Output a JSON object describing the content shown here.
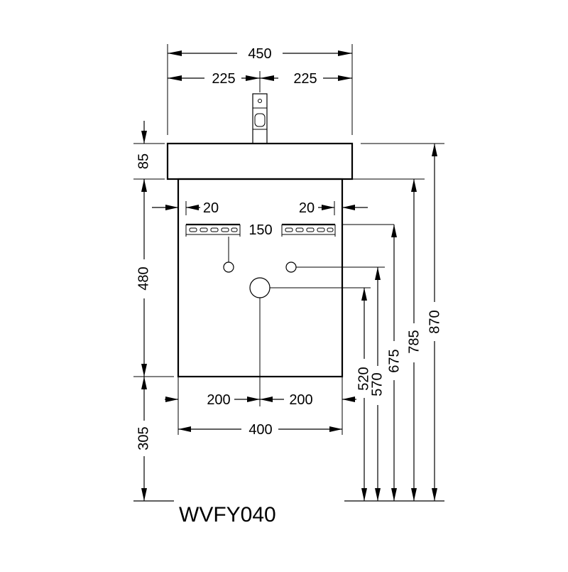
{
  "drawing": {
    "model": "WVFY040",
    "top": {
      "overall_width": "450",
      "half_left": "225",
      "half_right": "225"
    },
    "left": {
      "basin_height": "85",
      "cabinet_height": "480",
      "floor_clearance": "305"
    },
    "cabinet": {
      "bracket_offset_left": "20",
      "bracket_offset_right": "20",
      "bracket_height": "150",
      "bottom_half_left": "200",
      "bottom_half_right": "200",
      "bottom_width": "400"
    },
    "right": {
      "h520": "520",
      "h570": "570",
      "h675": "675",
      "h785": "785",
      "h870": "870"
    },
    "colors": {
      "line": "#000000",
      "background": "#ffffff"
    }
  }
}
